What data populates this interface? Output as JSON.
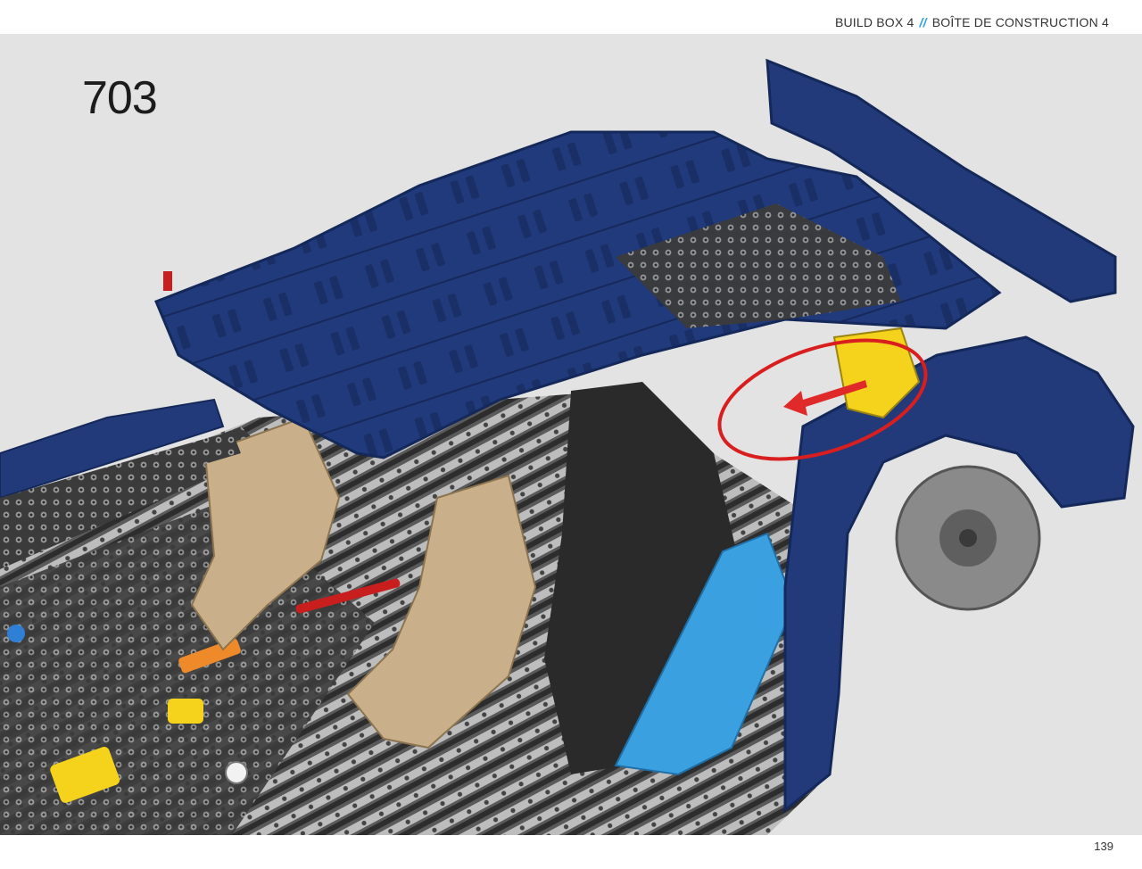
{
  "header": {
    "build_box_en": "BUILD BOX 4",
    "separator": "//",
    "build_box_fr": "BOÎTE DE CONSTRUCTION 4"
  },
  "step": {
    "number": "703"
  },
  "footer": {
    "page_number": "139"
  },
  "illustration": {
    "subject": "lego-technic-car-body-icon",
    "callout": "red-ellipse-highlight-icon"
  },
  "colors": {
    "background": "#e3e3e3",
    "body_blue": "#223a7a",
    "seat_tan": "#c9b08a",
    "accent_yellow": "#f5d21c",
    "callout_red": "#d81e1e",
    "highlight_blue": "#2aa3de"
  }
}
